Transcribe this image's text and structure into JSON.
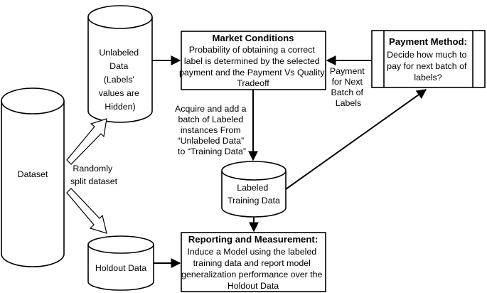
{
  "nodes": {
    "dataset": {
      "label": "Dataset"
    },
    "unlabeled": {
      "lines": [
        "Unlabeled",
        "Data",
        "(Labels'",
        "values  are",
        "Hidden)"
      ]
    },
    "labeled": {
      "lines": [
        "Labeled",
        "Training Data"
      ]
    },
    "holdout": {
      "label": "Holdout Data"
    },
    "market": {
      "title": "Market Conditions",
      "lines": [
        "Probability of obtaining a correct",
        "label is determined by the selected",
        "payment and the Payment Vs Quality",
        "Tradeoff"
      ]
    },
    "payment": {
      "title": "Payment Method:",
      "lines": [
        "Decide how much to",
        "pay for next batch of",
        "labels?"
      ]
    },
    "reporting": {
      "title": "Reporting and Measurement:",
      "lines": [
        "Induce a Model using the labeled",
        "training data and report model",
        "generalization performance over the",
        "Holdout Data"
      ]
    }
  },
  "edge_labels": {
    "split": [
      "Randomly",
      "split dataset"
    ],
    "acquire": [
      "Acquire and add a",
      "batch of Labeled",
      "instances From",
      "“Unlabeled Data”",
      "to “Training Data”"
    ],
    "payment_next": [
      "Payment",
      "for Next",
      "Batch of",
      "Labels"
    ]
  }
}
